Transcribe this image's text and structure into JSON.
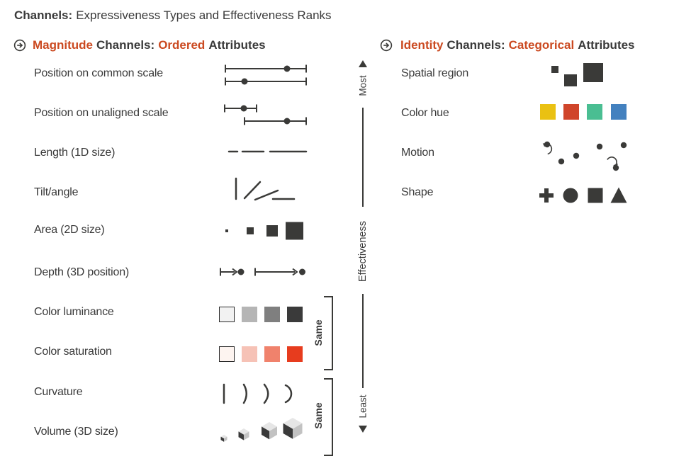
{
  "title": {
    "prefix": "Channels:",
    "rest": "Expressiveness Types and Effectiveness Ranks"
  },
  "magnitude": {
    "header": {
      "accent1": "Magnitude",
      "label1": "Channels:",
      "accent2": "Ordered",
      "label2": "Attributes"
    },
    "rows": [
      {
        "label": "Position on common scale"
      },
      {
        "label": "Position on unaligned scale"
      },
      {
        "label": "Length (1D size)"
      },
      {
        "label": "Tilt/angle"
      },
      {
        "label": "Area (2D size)"
      },
      {
        "label": "Depth (3D position)"
      },
      {
        "label": "Color luminance"
      },
      {
        "label": "Color saturation"
      },
      {
        "label": "Curvature"
      },
      {
        "label": "Volume (3D size)"
      }
    ]
  },
  "identity": {
    "header": {
      "accent1": "Identity",
      "label1": "Channels:",
      "accent2": "Categorical",
      "label2": "Attributes"
    },
    "rows": [
      {
        "label": "Spatial region"
      },
      {
        "label": "Color hue"
      },
      {
        "label": "Motion"
      },
      {
        "label": "Shape"
      }
    ]
  },
  "axis": {
    "most": "Most",
    "title": "Effectiveness",
    "least": "Least"
  },
  "same_label": "Same",
  "colors": {
    "accent": "#cb4a21",
    "ink": "#3a3a38",
    "hue": [
      "#eac112",
      "#d0452a",
      "#4abe92",
      "#4381bf"
    ],
    "luminance": [
      "#f2f2f2",
      "#b5b5b5",
      "#7f7f7f",
      "#3a3a3a"
    ],
    "saturation": [
      "#fdf4f0",
      "#f6c2b6",
      "#f0826c",
      "#e73c1e"
    ],
    "cube": {
      "top": "#e6e6e6",
      "left": "#3a3a3a",
      "right": "#c2c2c2"
    }
  }
}
